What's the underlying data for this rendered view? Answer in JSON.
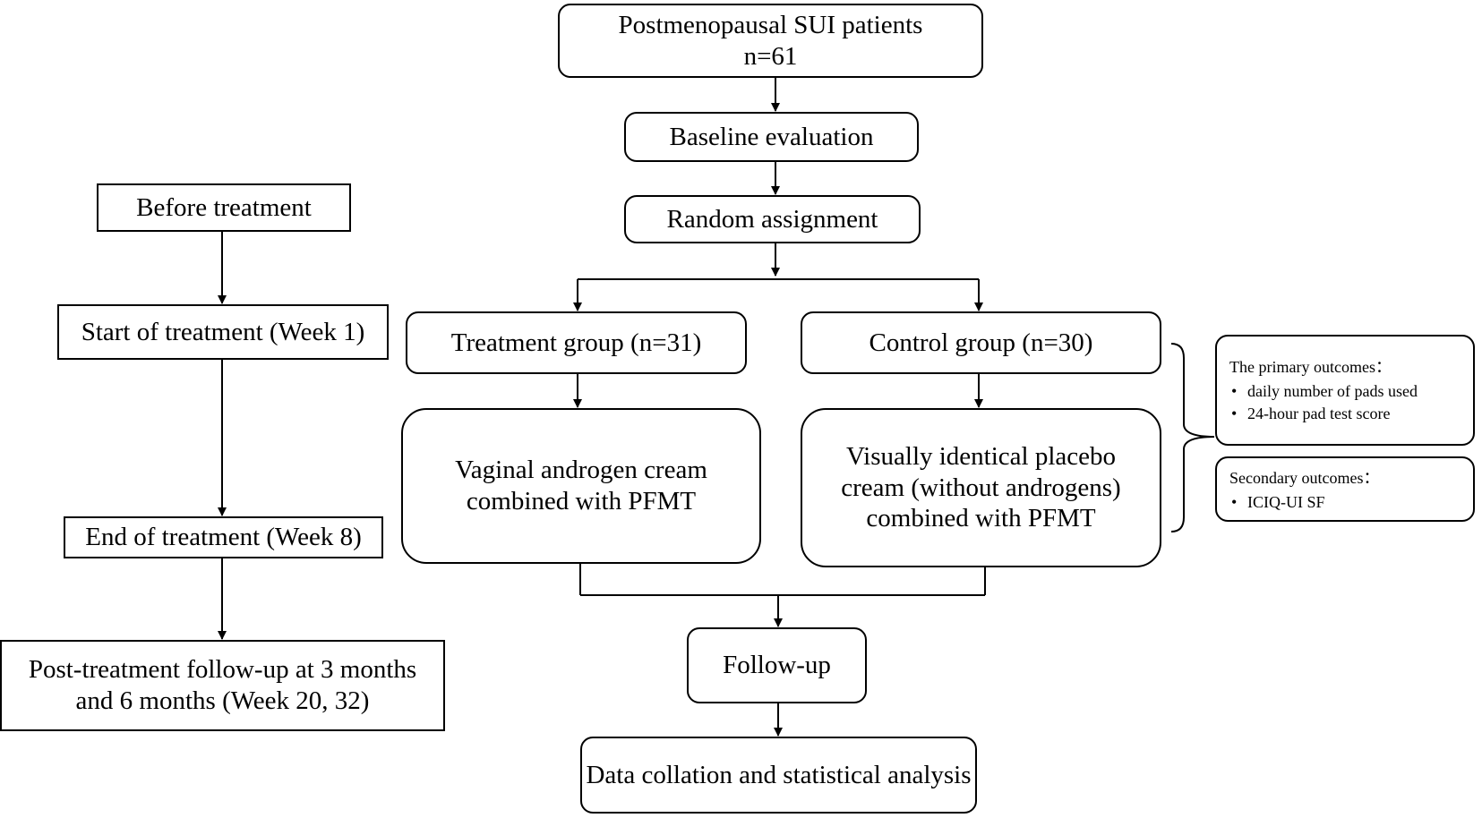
{
  "timeline": {
    "before": "Before treatment",
    "start": "Start of treatment (Week 1)",
    "end": "End of treatment (Week 8)",
    "followup_line1": "Post-treatment follow-up at 3 months",
    "followup_line2": "and 6 months (Week 20, 32)"
  },
  "flow": {
    "patients_line1": "Postmenopausal SUI patients",
    "patients_line2": "n=61",
    "baseline": "Baseline evaluation",
    "random": "Random assignment",
    "treatment_group": "Treatment group (n=31)",
    "control_group": "Control group (n=30)",
    "treatment_line1": "Vaginal androgen cream",
    "treatment_line2": "combined with PFMT",
    "control_line1": "Visually identical placebo",
    "control_line2": "cream (without androgens)",
    "control_line3": "combined with PFMT",
    "followup": "Follow-up",
    "analysis": "Data collation and statistical analysis"
  },
  "outcomes": {
    "primary_title": "The primary outcomes：",
    "primary_items": [
      "daily number of pads used",
      "24-hour pad test score"
    ],
    "secondary_title": "Secondary outcomes：",
    "secondary_items": [
      "ICIQ-UI SF"
    ]
  }
}
